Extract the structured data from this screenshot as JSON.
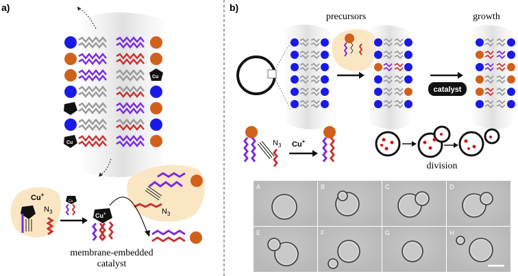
{
  "panels": {
    "a": "a)",
    "b": "b)"
  },
  "panel_a": {
    "cu_plus": "Cu",
    "cu_sup": "+",
    "cu_short": "Cu",
    "n3": "N",
    "n3_sub": "3",
    "caption_line1": "membrane-embedded",
    "caption_line2": "catalyst"
  },
  "panel_b": {
    "precursors": "precursors",
    "growth": "growth",
    "catalyst": "catalyst",
    "cu_plus": "Cu",
    "cu_sup": "+",
    "n3": "N",
    "n3_sub": "3",
    "division": "division",
    "micrograph_labels": [
      "A",
      "B",
      "C",
      "D",
      "E",
      "F",
      "G",
      "H"
    ]
  },
  "colors": {
    "headgroup_orange": "#d0611b",
    "headgroup_blue": "#1a1ae6",
    "tail_purple": "#7a2be0",
    "tail_red": "#c83232",
    "tail_gray": "#9a9a9a",
    "blob_peach": "#fbe6c4",
    "membrane_shadow": "#e6e6e6"
  }
}
